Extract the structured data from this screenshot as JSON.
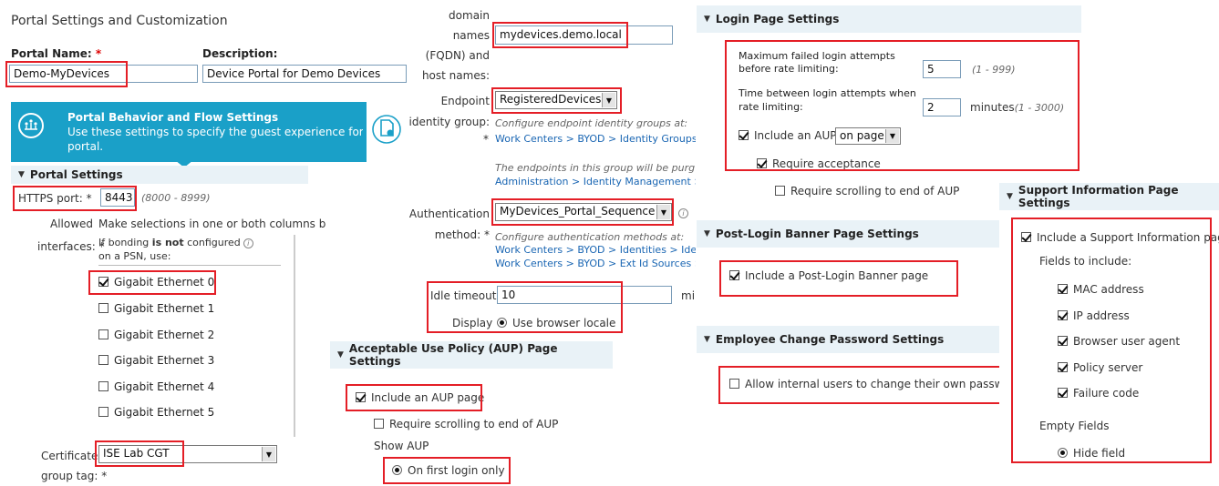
{
  "p1": {
    "title": "Portal Settings and Customization",
    "name_label": "Portal Name:",
    "required_mark": "*",
    "desc_label": "Description:",
    "name_value": "Demo-MyDevices",
    "desc_value": "Device Portal for Demo Devices",
    "banner_title": "Portal Behavior and Flow Settings",
    "banner_line1": "Use these settings to specify the guest experience for this",
    "banner_line2": "portal.",
    "section": "Portal Settings",
    "https_label": "HTTPS port:",
    "https_star": "*",
    "https_value": "8443",
    "https_range": "(8000 - 8999)",
    "allowed1": "Allowed",
    "allowed_desc": "Make selections in one or both columns b",
    "interfaces_label": "interfaces:",
    "bond_pre": "If bonding",
    "bond_is_not": "is not",
    "bond_post": "configured",
    "bond_line2": "on a PSN, use:",
    "interfaces": [
      {
        "label": "Gigabit Ethernet 0",
        "checked": true
      },
      {
        "label": "Gigabit Ethernet 1",
        "checked": false
      },
      {
        "label": "Gigabit Ethernet 2",
        "checked": false
      },
      {
        "label": "Gigabit Ethernet 3",
        "checked": false
      },
      {
        "label": "Gigabit Ethernet 4",
        "checked": false
      },
      {
        "label": "Gigabit Ethernet 5",
        "checked": false
      }
    ],
    "cert_label1": "Certificate",
    "cert_label2": "group tag:",
    "cert_value": "ISE Lab CGT"
  },
  "p2": {
    "dn1": "domain",
    "dn2": "names",
    "dn3": "(FQDN) and",
    "dn4": "host names:",
    "fqdn_value": "mydevices.demo.local",
    "endpoint1": "Endpoint",
    "endpoint2": "identity group:",
    "endpoint_value": "RegisteredDevices",
    "cfg_groups": "Configure endpoint identity groups at:",
    "link_groups": "Work Centers > BYOD > Identity Groups",
    "purge_note": "The endpoints in this group will be purg",
    "link_admin": "Administration > Identity Management >",
    "auth1": "Authentication",
    "auth2": "method:",
    "auth_value": "MyDevices_Portal_Sequence",
    "cfg_auth": "Configure authentication methods at:",
    "link_ids": "Work Centers > BYOD > Identities > Ider",
    "link_ext": "Work Centers > BYOD > Ext Id Sources >",
    "idle_label": "Idle timeout",
    "idle_value": "10",
    "idle_unit": "mir",
    "display_label": "Display",
    "display_value": "Use browser locale"
  },
  "p3": {
    "header": "Acceptable Use Policy (AUP) Page Settings",
    "include": "Include an AUP page",
    "require": "Require scrolling to end of AUP",
    "show": "Show AUP",
    "first": "On first login only"
  },
  "p4": {
    "header": "Login Page Settings",
    "max_fail1": "Maximum failed login attempts",
    "max_fail2": "before rate limiting:",
    "max_fail_value": "5",
    "max_fail_range": "(1 - 999)",
    "between1": "Time between login attempts when",
    "between2": "rate limiting:",
    "between_value": "2",
    "between_unit": "minutes",
    "between_range": "(1 - 3000)",
    "include_aup": "Include an AUP",
    "aup_mode": "on page",
    "require_accept": "Require acceptance",
    "require_scroll": "Require scrolling to end of AUP",
    "post_header": "Post-Login Banner Page Settings",
    "post_include": "Include a Post-Login Banner page",
    "emp_header": "Employee Change Password Settings",
    "emp_allow": "Allow internal users to change their own passwo"
  },
  "p5": {
    "header": "Support Information Page Settings",
    "include": "Include a Support Information page",
    "fields_label": "Fields to include:",
    "fields": [
      "MAC address",
      "IP address",
      "Browser user agent",
      "Policy server",
      "Failure code"
    ],
    "empty_label": "Empty Fields",
    "hide_field": "Hide field"
  },
  "colors": {
    "highlight": "#e41e26",
    "banner": "#1aa0c8",
    "section_bg": "#e9f2f7",
    "link": "#1a66b3"
  }
}
